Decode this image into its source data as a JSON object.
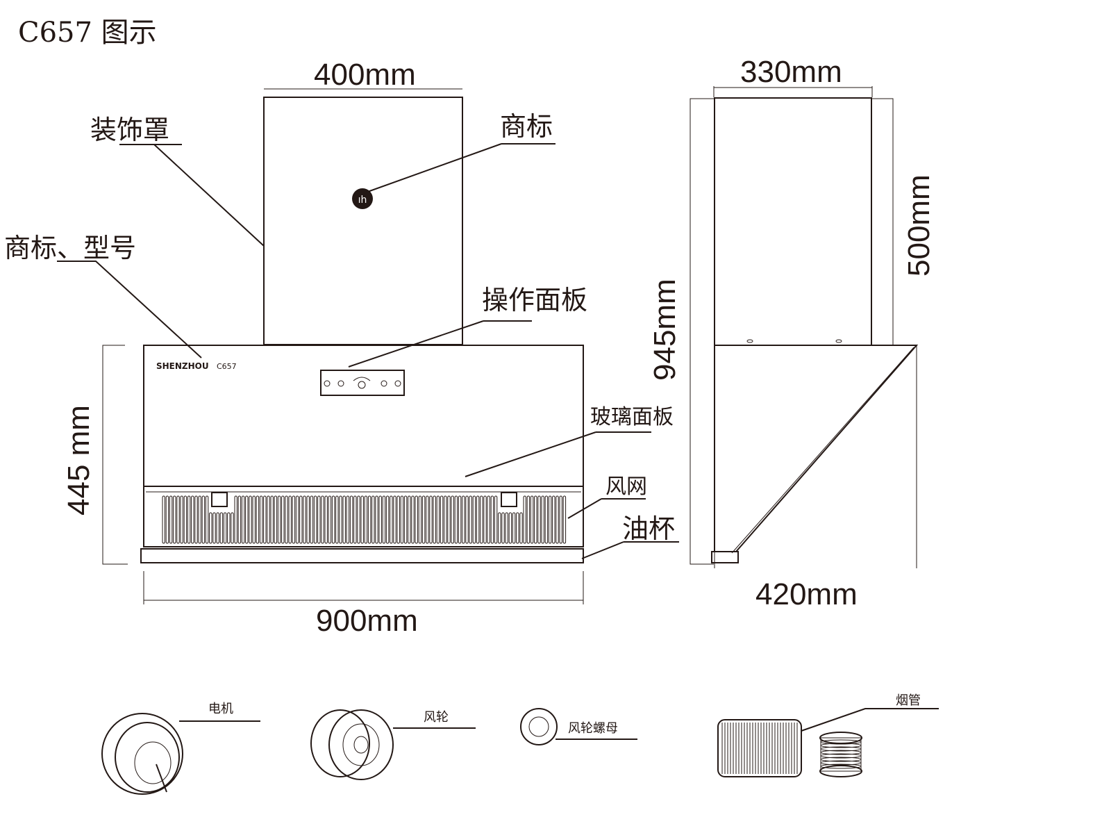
{
  "title": "C657 图示",
  "dimensions": {
    "top_width": "400mm",
    "side_top_depth": "330mm",
    "chimney_height": "500mm",
    "total_height": "945mm",
    "body_height": "445 mm",
    "body_width": "900mm",
    "side_depth": "420mm"
  },
  "callouts": {
    "decor_cover": "装饰罩",
    "logo": "商标",
    "logo_model": "商标、型号",
    "control_panel": "操作面板",
    "glass_panel": "玻璃面板",
    "grille": "风网",
    "oil_cup": "油杯"
  },
  "product": {
    "brand": "SHENZHOU",
    "model": "C657"
  },
  "parts": {
    "motor": "电机",
    "impeller": "风轮",
    "impeller_nut": "风轮螺母",
    "exhaust_pipe": "烟管"
  }
}
